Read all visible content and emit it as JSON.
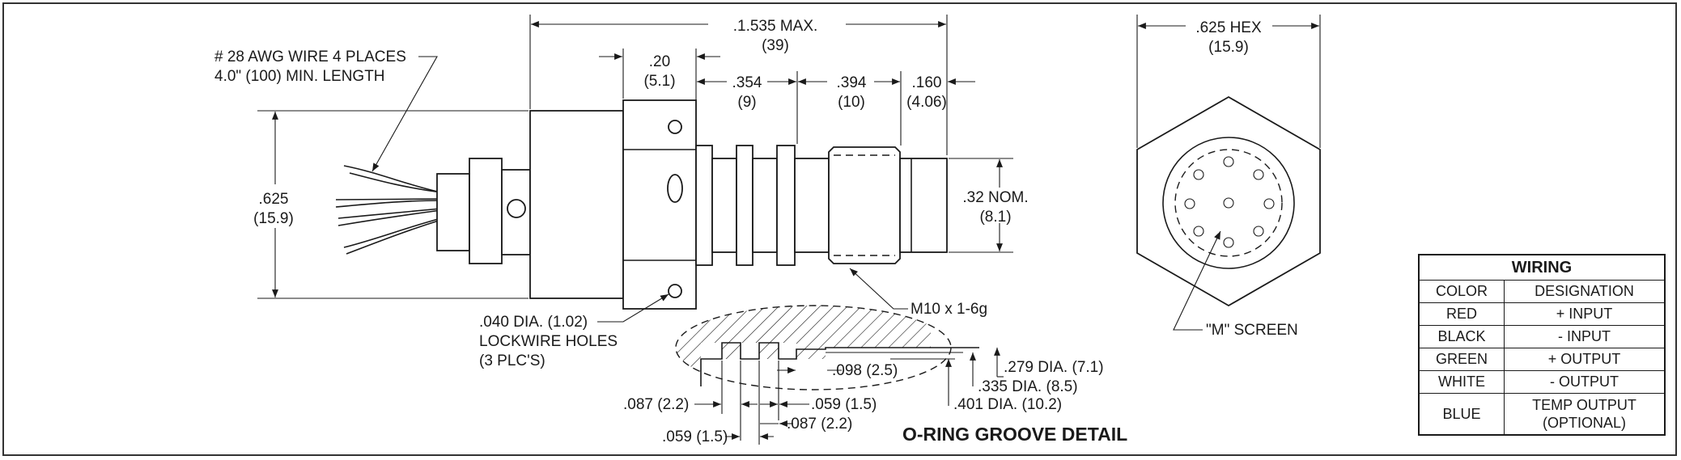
{
  "drawing": {
    "wire_note_line1": "# 28 AWG WIRE 4 PLACES",
    "wire_note_line2": "4.0\" (100) MIN. LENGTH",
    "overall_length": ".1.535 MAX.",
    "overall_length_metric": "(39)",
    "dim_20": ".20",
    "dim_20_metric": "(5.1)",
    "dim_354": ".354",
    "dim_354_metric": "(9)",
    "dim_394": ".394",
    "dim_394_metric": "(10)",
    "dim_160": ".160",
    "dim_160_metric": "(4.06)",
    "dia_625": ".625",
    "dia_625_metric": "(15.9)",
    "dia_32": ".32 NOM.",
    "dia_32_metric": "(8.1)",
    "thread": "M10 x 1-6g",
    "lockwire_line1": ".040 DIA. (1.02)",
    "lockwire_line2": "LOCKWIRE HOLES",
    "lockwire_line3": "(3 PLC'S)",
    "hex": ".625 HEX",
    "hex_metric": "(15.9)",
    "screen": "\"M\" SCREEN"
  },
  "groove": {
    "title": "O-RING GROOVE DETAIL",
    "dia_279": ".279 DIA. (7.1)",
    "dia_335": ".335 DIA. (8.5)",
    "dia_401": ".401 DIA. (10.2)",
    "dim_098": ".098 (2.5)",
    "dim_087_a": ".087 (2.2)",
    "dim_059_a": ".059 (1.5)",
    "dim_059_b": ".059 (1.5)",
    "dim_087_b": ".087 (2.2)"
  },
  "wiring": {
    "title": "WIRING",
    "headers": [
      "COLOR",
      "DESIGNATION"
    ],
    "rows": [
      [
        "RED",
        "+ INPUT"
      ],
      [
        "BLACK",
        "- INPUT"
      ],
      [
        "GREEN",
        "+ OUTPUT"
      ],
      [
        "WHITE",
        "- OUTPUT"
      ],
      [
        "BLUE",
        "TEMP OUTPUT (OPTIONAL)"
      ]
    ]
  }
}
